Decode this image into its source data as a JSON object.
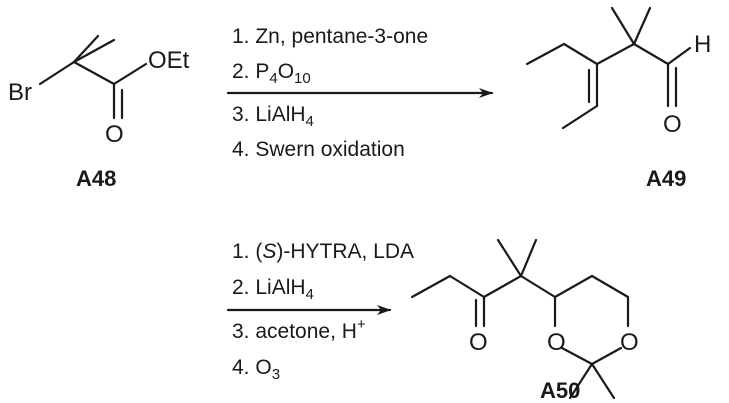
{
  "scheme": {
    "compounds": {
      "a48": {
        "label": "A48",
        "atoms": {
          "br": "Br",
          "oet": "OEt",
          "o": "O"
        }
      },
      "a49": {
        "label": "A49",
        "atoms": {
          "h": "H",
          "o": "O"
        }
      },
      "a50": {
        "label": "A50",
        "atoms": {
          "o_ketone": "O",
          "o_ring1": "O",
          "o_ring2": "O"
        }
      }
    },
    "step1": {
      "conditions": [
        {
          "text": "1. Zn, pentane-3-one"
        },
        {
          "text": "2. P",
          "sub": "4",
          "text2": "O",
          "sub2": "10"
        },
        {
          "text": "3. LiAlH",
          "sub": "4"
        },
        {
          "text": "4. Swern oxidation"
        }
      ]
    },
    "step2": {
      "conditions": [
        {
          "text": "1. (",
          "ital": "S",
          "text2": ")-HYTRA, LDA"
        },
        {
          "text": "2. LiAlH",
          "sub": "4"
        },
        {
          "text": "3. acetone, H",
          "sup": "+"
        },
        {
          "text": "4. O",
          "sub": "3"
        }
      ]
    }
  }
}
